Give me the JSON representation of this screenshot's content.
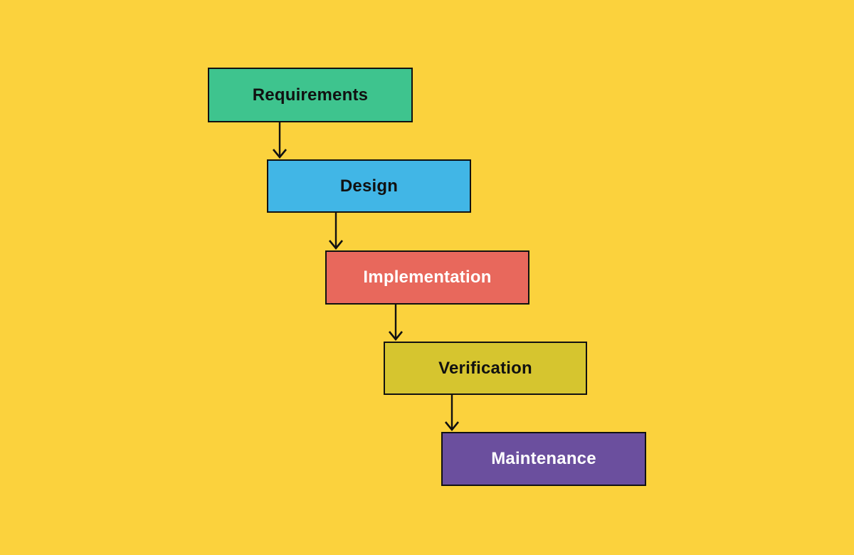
{
  "canvas": {
    "background_color": "#FBD23D",
    "border_color": "#111111",
    "arrow_color": "#111111"
  },
  "diagram": {
    "type": "waterfall-flowchart",
    "steps": [
      {
        "label": "Requirements",
        "fill": "#3EC48E",
        "text_color": "#111111"
      },
      {
        "label": "Design",
        "fill": "#41B6E6",
        "text_color": "#111111"
      },
      {
        "label": "Implementation",
        "fill": "#E8685C",
        "text_color": "#FFFFFF"
      },
      {
        "label": "Verification",
        "fill": "#D6C52F",
        "text_color": "#111111"
      },
      {
        "label": "Maintenance",
        "fill": "#6B4F9E",
        "text_color": "#FFFFFF"
      }
    ],
    "connections": [
      {
        "from": "Requirements",
        "to": "Design"
      },
      {
        "from": "Design",
        "to": "Implementation"
      },
      {
        "from": "Implementation",
        "to": "Verification"
      },
      {
        "from": "Verification",
        "to": "Maintenance"
      }
    ]
  }
}
